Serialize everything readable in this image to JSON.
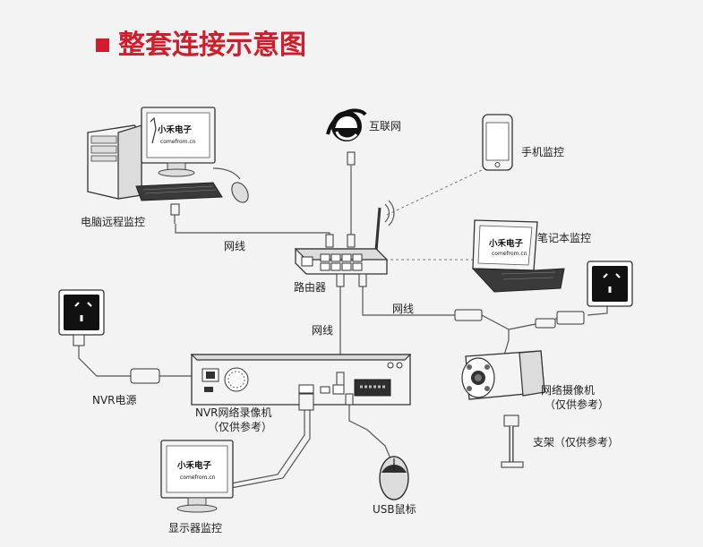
{
  "title": "整套连接示意图",
  "brand": {
    "name": "小禾电子",
    "url": "comefrom.cn"
  },
  "labels": {
    "pc": "电脑远程监控",
    "internet": "互联网",
    "phone": "手机监控",
    "laptop": "笔记本监控",
    "router": "路由器",
    "cable1": "网线",
    "cable2": "网线",
    "cable3": "网线",
    "nvr_power": "NVR电源",
    "nvr": "NVR网络录像机",
    "nvr_ref": "（仅供参考）",
    "camera": "网络摄像机",
    "camera_ref": "（仅供参考）",
    "bracket": "支架（仅供参考）",
    "monitor": "显示器监控",
    "usb_mouse": "USB鼠标"
  },
  "colors": {
    "accent": "#d21c2b"
  }
}
